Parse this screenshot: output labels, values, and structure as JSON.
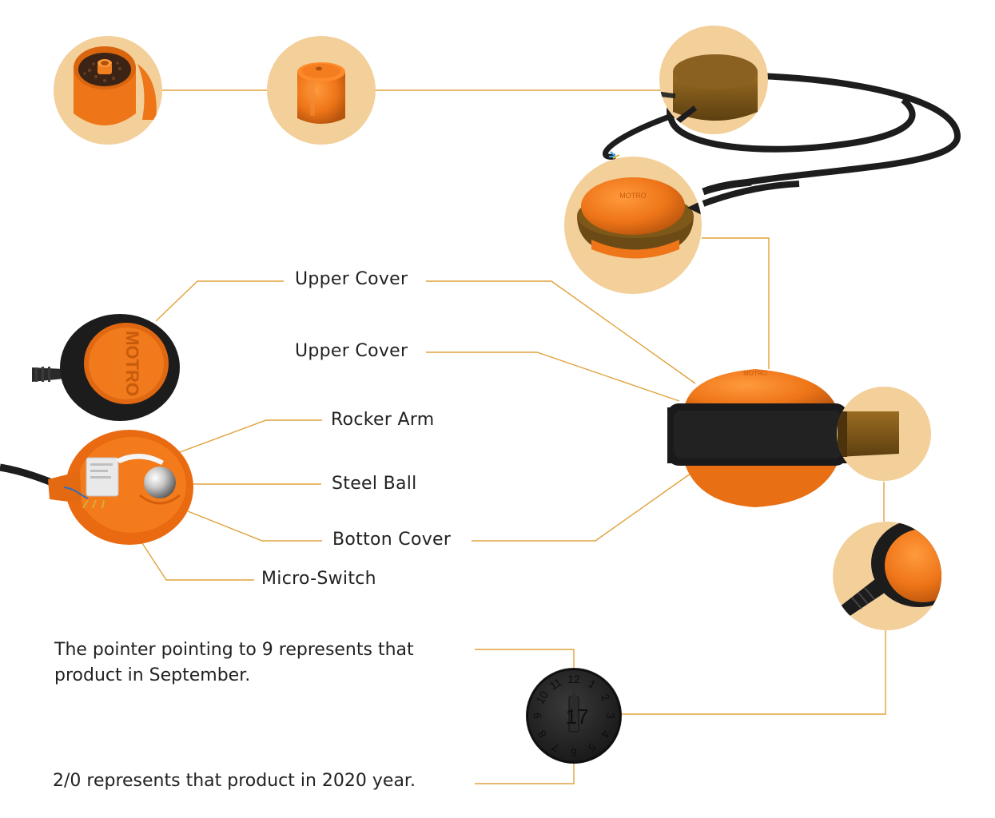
{
  "colors": {
    "callout_circle": "#f3cf9a",
    "leader_line": "#e0a23b",
    "orange": "#ee7518",
    "orange_dark": "#c85a0c",
    "cable": "#1d1d1d",
    "bronze": "#7a5418",
    "text": "#222222"
  },
  "labels": {
    "upper_cover_1": "Upper Cover",
    "upper_cover_2": "Upper Cover",
    "rocker_arm": "Rocker Arm",
    "steel_ball": "Steel Ball",
    "botton_cover": "Botton Cover",
    "micro_switch": "Micro-Switch"
  },
  "brand_mark": "MOTRO",
  "notes": {
    "month_note": "The pointer pointing to 9 represents that product in September.",
    "year_note": "2/0 represents that product in 2020 year."
  },
  "date_dial": {
    "center_digits": "17",
    "month_ring": [
      "12",
      "1",
      "2",
      "3",
      "4",
      "5",
      "6",
      "7",
      "8",
      "9",
      "10",
      "11"
    ]
  }
}
